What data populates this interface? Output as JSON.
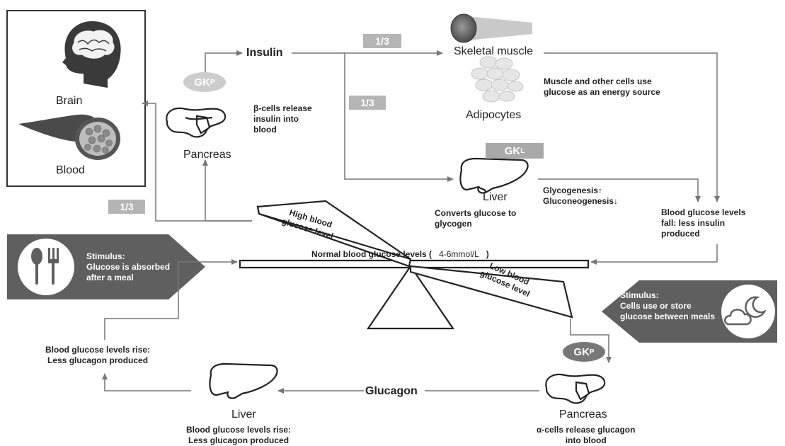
{
  "colors": {
    "line": "#777777",
    "badge": "#b5b5b5",
    "stimulus_box": "#5f5f5f",
    "gk_dark": "#777777",
    "gk_light": "#cccccc"
  },
  "organs": {
    "brain": "Brain",
    "blood": "Blood",
    "pancreas_top": "Pancreas",
    "skeletal_muscle": "Skeletal muscle",
    "adipocytes": "Adipocytes",
    "liver_top": "Liver",
    "liver_bottom": "Liver",
    "pancreas_bottom": "Pancreas"
  },
  "hormones": {
    "insulin": "Insulin",
    "glucagon": "Glucagon"
  },
  "badges": {
    "fraction_muscle": "1/3",
    "fraction_liver": "1/3",
    "fraction_brain": "1/3",
    "gk_p_top_main": "GK",
    "gk_p_top_sub": "P",
    "gk_l_main": "GK",
    "gk_l_sub": "L",
    "gk_p_bottom_main": "GK",
    "gk_p_bottom_sub": "P"
  },
  "notes": {
    "beta_cells": [
      "β-cells release",
      "insulin into",
      "blood"
    ],
    "muscle_use": [
      "Muscle and other cells use",
      "glucose as an energy source"
    ],
    "liver_convert": [
      "Converts glucose to",
      "glycogen"
    ],
    "glycogenesis": "Glycogenesis↑",
    "gluconeogenesis": "Gluconeogenesis↓",
    "levels_fall": [
      "Blood glucose levels",
      "fall: less insulin",
      "produced"
    ],
    "levels_rise_left": [
      "Blood glucose levels rise:",
      "Less glucagon produced"
    ],
    "levels_rise_liver": [
      "Blood glucose levels rise:",
      "Less glucagon produced"
    ],
    "alpha_cells": [
      "α-cells release glucagon",
      "into blood"
    ]
  },
  "balance": {
    "high": [
      "High blood",
      "glucose level"
    ],
    "low": [
      "Low blood",
      "glucose level"
    ],
    "normal_prefix": "Normal blood glucose levels (",
    "normal_range": "4-6mmol/L",
    "normal_suffix": ")"
  },
  "stimulus_left": [
    "Stimulus:",
    "Glucose is absorbed",
    "after a meal"
  ],
  "stimulus_right": [
    "Stimulus:",
    "Cells use or store",
    "glucose between meals"
  ],
  "icons": [
    "brain-head-icon",
    "blood-vessel-icon",
    "pancreas-icon",
    "muscle-icon",
    "adipocytes-icon",
    "liver-icon",
    "fork-spoon-icon",
    "moon-cloud-icon"
  ]
}
